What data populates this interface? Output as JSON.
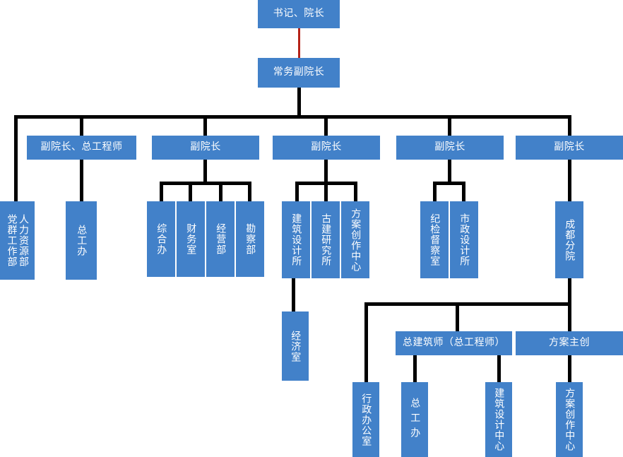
{
  "meta": {
    "title": "组织架构图",
    "node_fill": "#4281c9",
    "node_text_color": "#ffffff",
    "connector_color": "#000000",
    "highlight_connector_color": "#b52218",
    "background": "#ffffff"
  },
  "nodes": {
    "root": "书记、院长",
    "exec_vp": "常务副院长",
    "vp1": "副院长、总工程师",
    "vp2": "副院长",
    "vp3": "副院长",
    "vp4": "副院长",
    "vp5": "副院长",
    "hr_dept": "人力资源部",
    "party_dept": "党群工作部",
    "chief_eng_office": "总工办",
    "general_office": "综合办",
    "finance_office": "财务室",
    "operation_dept": "经营部",
    "survey_dept": "勘察部",
    "arch_design_inst": "建筑设计所",
    "ancient_arch_inst": "古建研究所",
    "scheme_center": "方案创作中心",
    "econ_office": "经济室",
    "discipline_office": "纪检督察室",
    "municipal_inst": "市政设计所",
    "chengdu_branch": "成都分院",
    "chief_architect": "总建筑师（总工程师）",
    "scheme_lead": "方案主创",
    "admin_office": "行政办公室",
    "chief_eng_office_2": "总工办",
    "arch_design_center": "建筑设计中心",
    "scheme_center_2": "方案创作中心"
  }
}
